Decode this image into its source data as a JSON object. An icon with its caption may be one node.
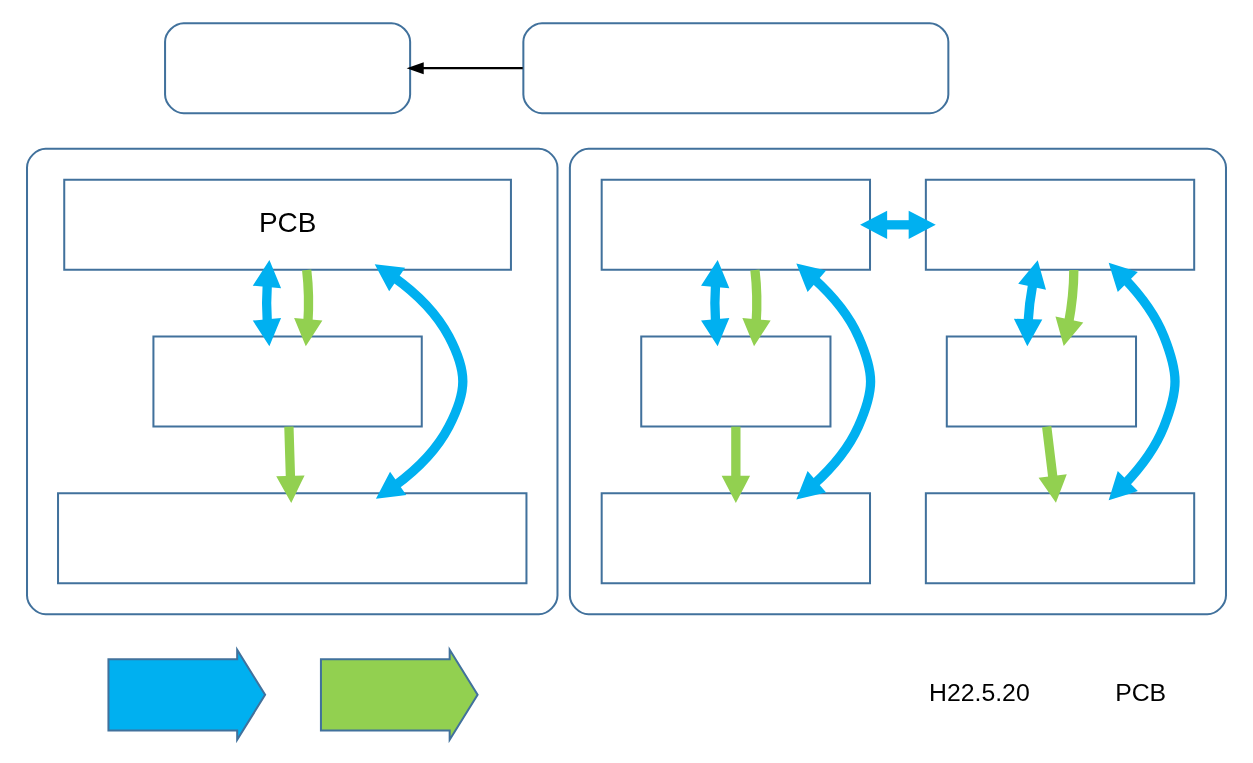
{
  "diagram": {
    "nodes": [
      {
        "text": [],
        "shape": "box"
      },
      {
        "text": [],
        "shape": "box"
      },
      {
        "text": [],
        "shape": "box"
      },
      {
        "text": [
          "PCB"
        ],
        "in": 2
      },
      {
        "text": [],
        "shape": "box",
        "in": 2
      },
      {
        "text": [],
        "shape": "box",
        "in": 2
      },
      {
        "text": [],
        "shape": "box"
      },
      {
        "text": [],
        "shape": "box",
        "in": 6
      },
      {
        "text": [],
        "shape": "box",
        "in": 6
      },
      {
        "text": [],
        "shape": "box",
        "in": 6
      },
      {
        "text": [],
        "shape": "box",
        "in": 6
      },
      {
        "text": [],
        "shape": "box",
        "in": 6
      },
      {
        "text": [],
        "shape": "box",
        "in": 6
      },
      {
        "text": [],
        "shape": "arrow"
      },
      {
        "text": [],
        "shape": "arrow"
      }
    ],
    "edges": [
      {
        "from": 1,
        "to": 0,
        "arrow": "to",
        "color": "#000000"
      },
      {
        "from": 3,
        "to": 4,
        "arrow": "both"
      },
      {
        "from": 3,
        "to": 4,
        "arrow": "to",
        "color": "#92d050"
      },
      {
        "from": 4,
        "to": 5,
        "arrow": "to",
        "color": "#92d050"
      },
      {
        "from": 3,
        "to": 5,
        "arrow": "both"
      },
      {
        "from": 7,
        "to": 8,
        "arrow": "both"
      },
      {
        "from": 7,
        "to": 9,
        "arrow": "both"
      },
      {
        "from": 7,
        "to": 9,
        "arrow": "to",
        "color": "#92d050"
      },
      {
        "from": 9,
        "to": 11,
        "arrow": "to",
        "color": "#92d050"
      },
      {
        "from": 7,
        "to": 11,
        "arrow": "both"
      },
      {
        "from": 8,
        "to": 10,
        "arrow": "both"
      },
      {
        "from": 8,
        "to": 10,
        "arrow": "to",
        "color": "#92d050"
      },
      {
        "from": 10,
        "to": 12,
        "arrow": "to",
        "color": "#92d050"
      },
      {
        "from": 8,
        "to": 12,
        "arrow": "both"
      }
    ],
    "labels": [
      "H22.5.20",
      "PCB"
    ]
  }
}
